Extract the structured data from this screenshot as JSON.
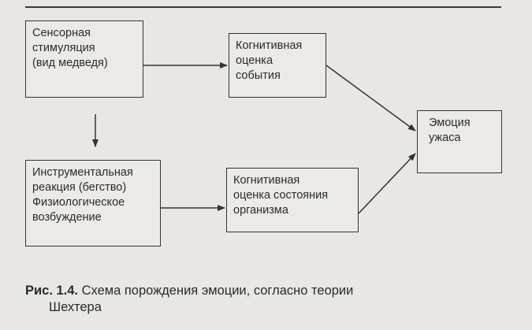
{
  "diagram": {
    "boxes": {
      "sensory": "Сенсорная\nстимуляция\n(вид медведя)",
      "cognitive_event": "Когнитивная\nоценка\nсобытия",
      "emotion_fear": "Эмоция\nужаса",
      "instrumental": "Инструментальная\nреакция (бегство)\nФизиологическое\nвозбуждение",
      "cognitive_state": "Когнитивная\nоценка состояния\nорганизма"
    },
    "edges": [
      {
        "from": "sensory",
        "to": "cognitive_event"
      },
      {
        "from": "sensory",
        "to": "instrumental"
      },
      {
        "from": "instrumental",
        "to": "cognitive_state"
      },
      {
        "from": "cognitive_event",
        "to": "emotion_fear"
      },
      {
        "from": "cognitive_state",
        "to": "emotion_fear"
      }
    ]
  },
  "caption": {
    "number": "Рис. 1.4.",
    "line1": " Схема порождения эмоции, согласно теории",
    "line2": "Шехтера"
  }
}
